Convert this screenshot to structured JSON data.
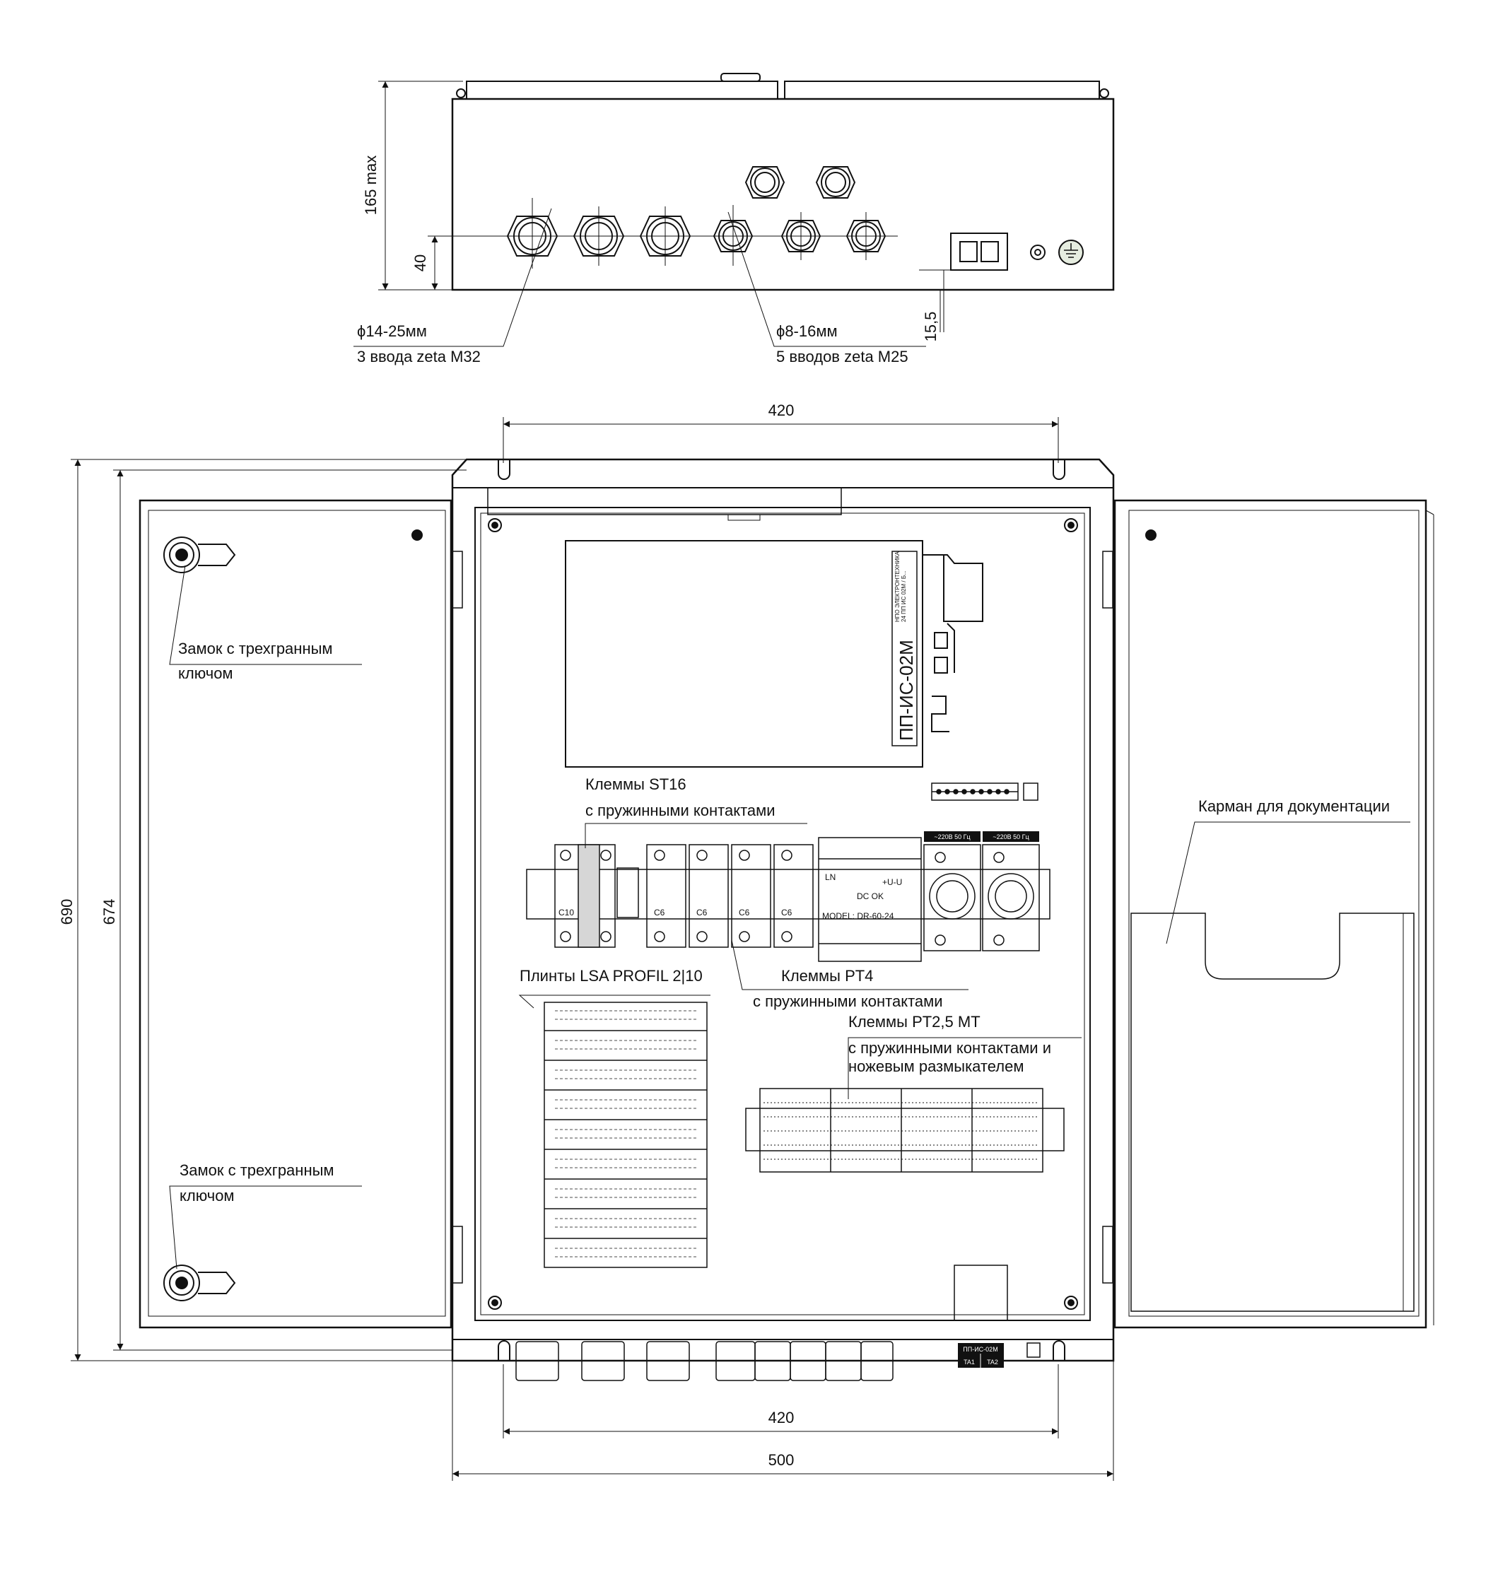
{
  "top_view": {
    "dim_height": "165 max",
    "dim_gland_axis": "40",
    "dim_socket_offset": "15,5",
    "gland_m32": {
      "diameter": "ϕ14-25мм",
      "count": "3 ввода zeta M32"
    },
    "gland_m25": {
      "diameter": "ϕ8-16мм",
      "count": "5 вводов zeta M25"
    }
  },
  "front_view": {
    "dim_top_width": "420",
    "dim_bottom_width": "420",
    "dim_overall_width": "500",
    "dim_overall_height": "690",
    "dim_door_height": "674"
  },
  "labels": {
    "lock_top_1": "Замок с трехгранным",
    "lock_top_2": "ключом",
    "lock_bottom_1": "Замок с трехгранным",
    "lock_bottom_2": "ключом",
    "st16_1": "Клеммы ST16",
    "st16_2": "с пружинными контактами",
    "pt4_1": "Клеммы PT4",
    "pt4_2": "с пружинными контактами",
    "pt25_1": "Клеммы PT2,5 MT",
    "pt25_2": "с пружинными контактами и",
    "pt25_3": "ножевым размыкателем",
    "lsa": "Плинты LSA PROFIL 2|10",
    "pocket": "Карман для документации"
  },
  "device": {
    "name": "ПП-ИС-02М",
    "maker_line_1": "НПО ЭЛЕКТРОНТЕХНИКА",
    "maker_line_2": "24 ПП ИС 02М / Б..."
  },
  "breakers": [
    "C10",
    "C6",
    "C6",
    "C6",
    "C6"
  ],
  "psu": {
    "terminals": "LN",
    "adj": "+U-U",
    "status": "DC OK",
    "model": "MODEL: DR-60-24"
  },
  "sockets": [
    "~220В 50 Гц",
    "~220В 50 Гц"
  ],
  "nameplate": {
    "title": "ПП-ИС-02М",
    "left": "TA1",
    "right": "TA2"
  }
}
